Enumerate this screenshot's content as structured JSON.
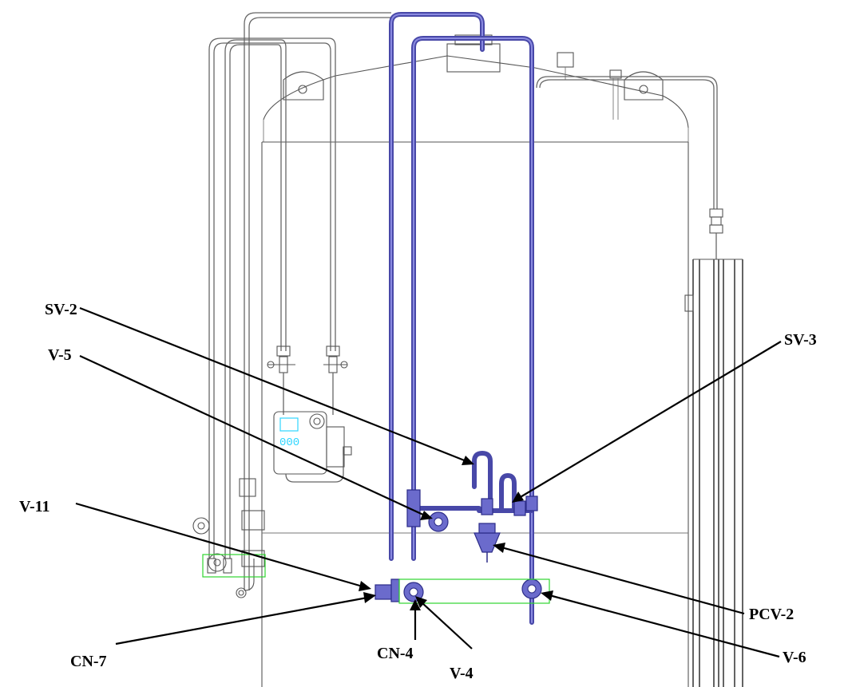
{
  "labels": {
    "sv2": "SV-2",
    "v5": "V-5",
    "v11": "V-11",
    "cn7": "CN-7",
    "cn4": "CN-4",
    "v4": "V-4",
    "v6": "V-6",
    "pcv2": "PCV-2",
    "sv3": "SV-3"
  },
  "colors": {
    "pipe_blue": "#4848a8",
    "highlight_green": "#2fd62f",
    "display_cyan": "#2fd6ff"
  },
  "display": {
    "readout": "000"
  }
}
